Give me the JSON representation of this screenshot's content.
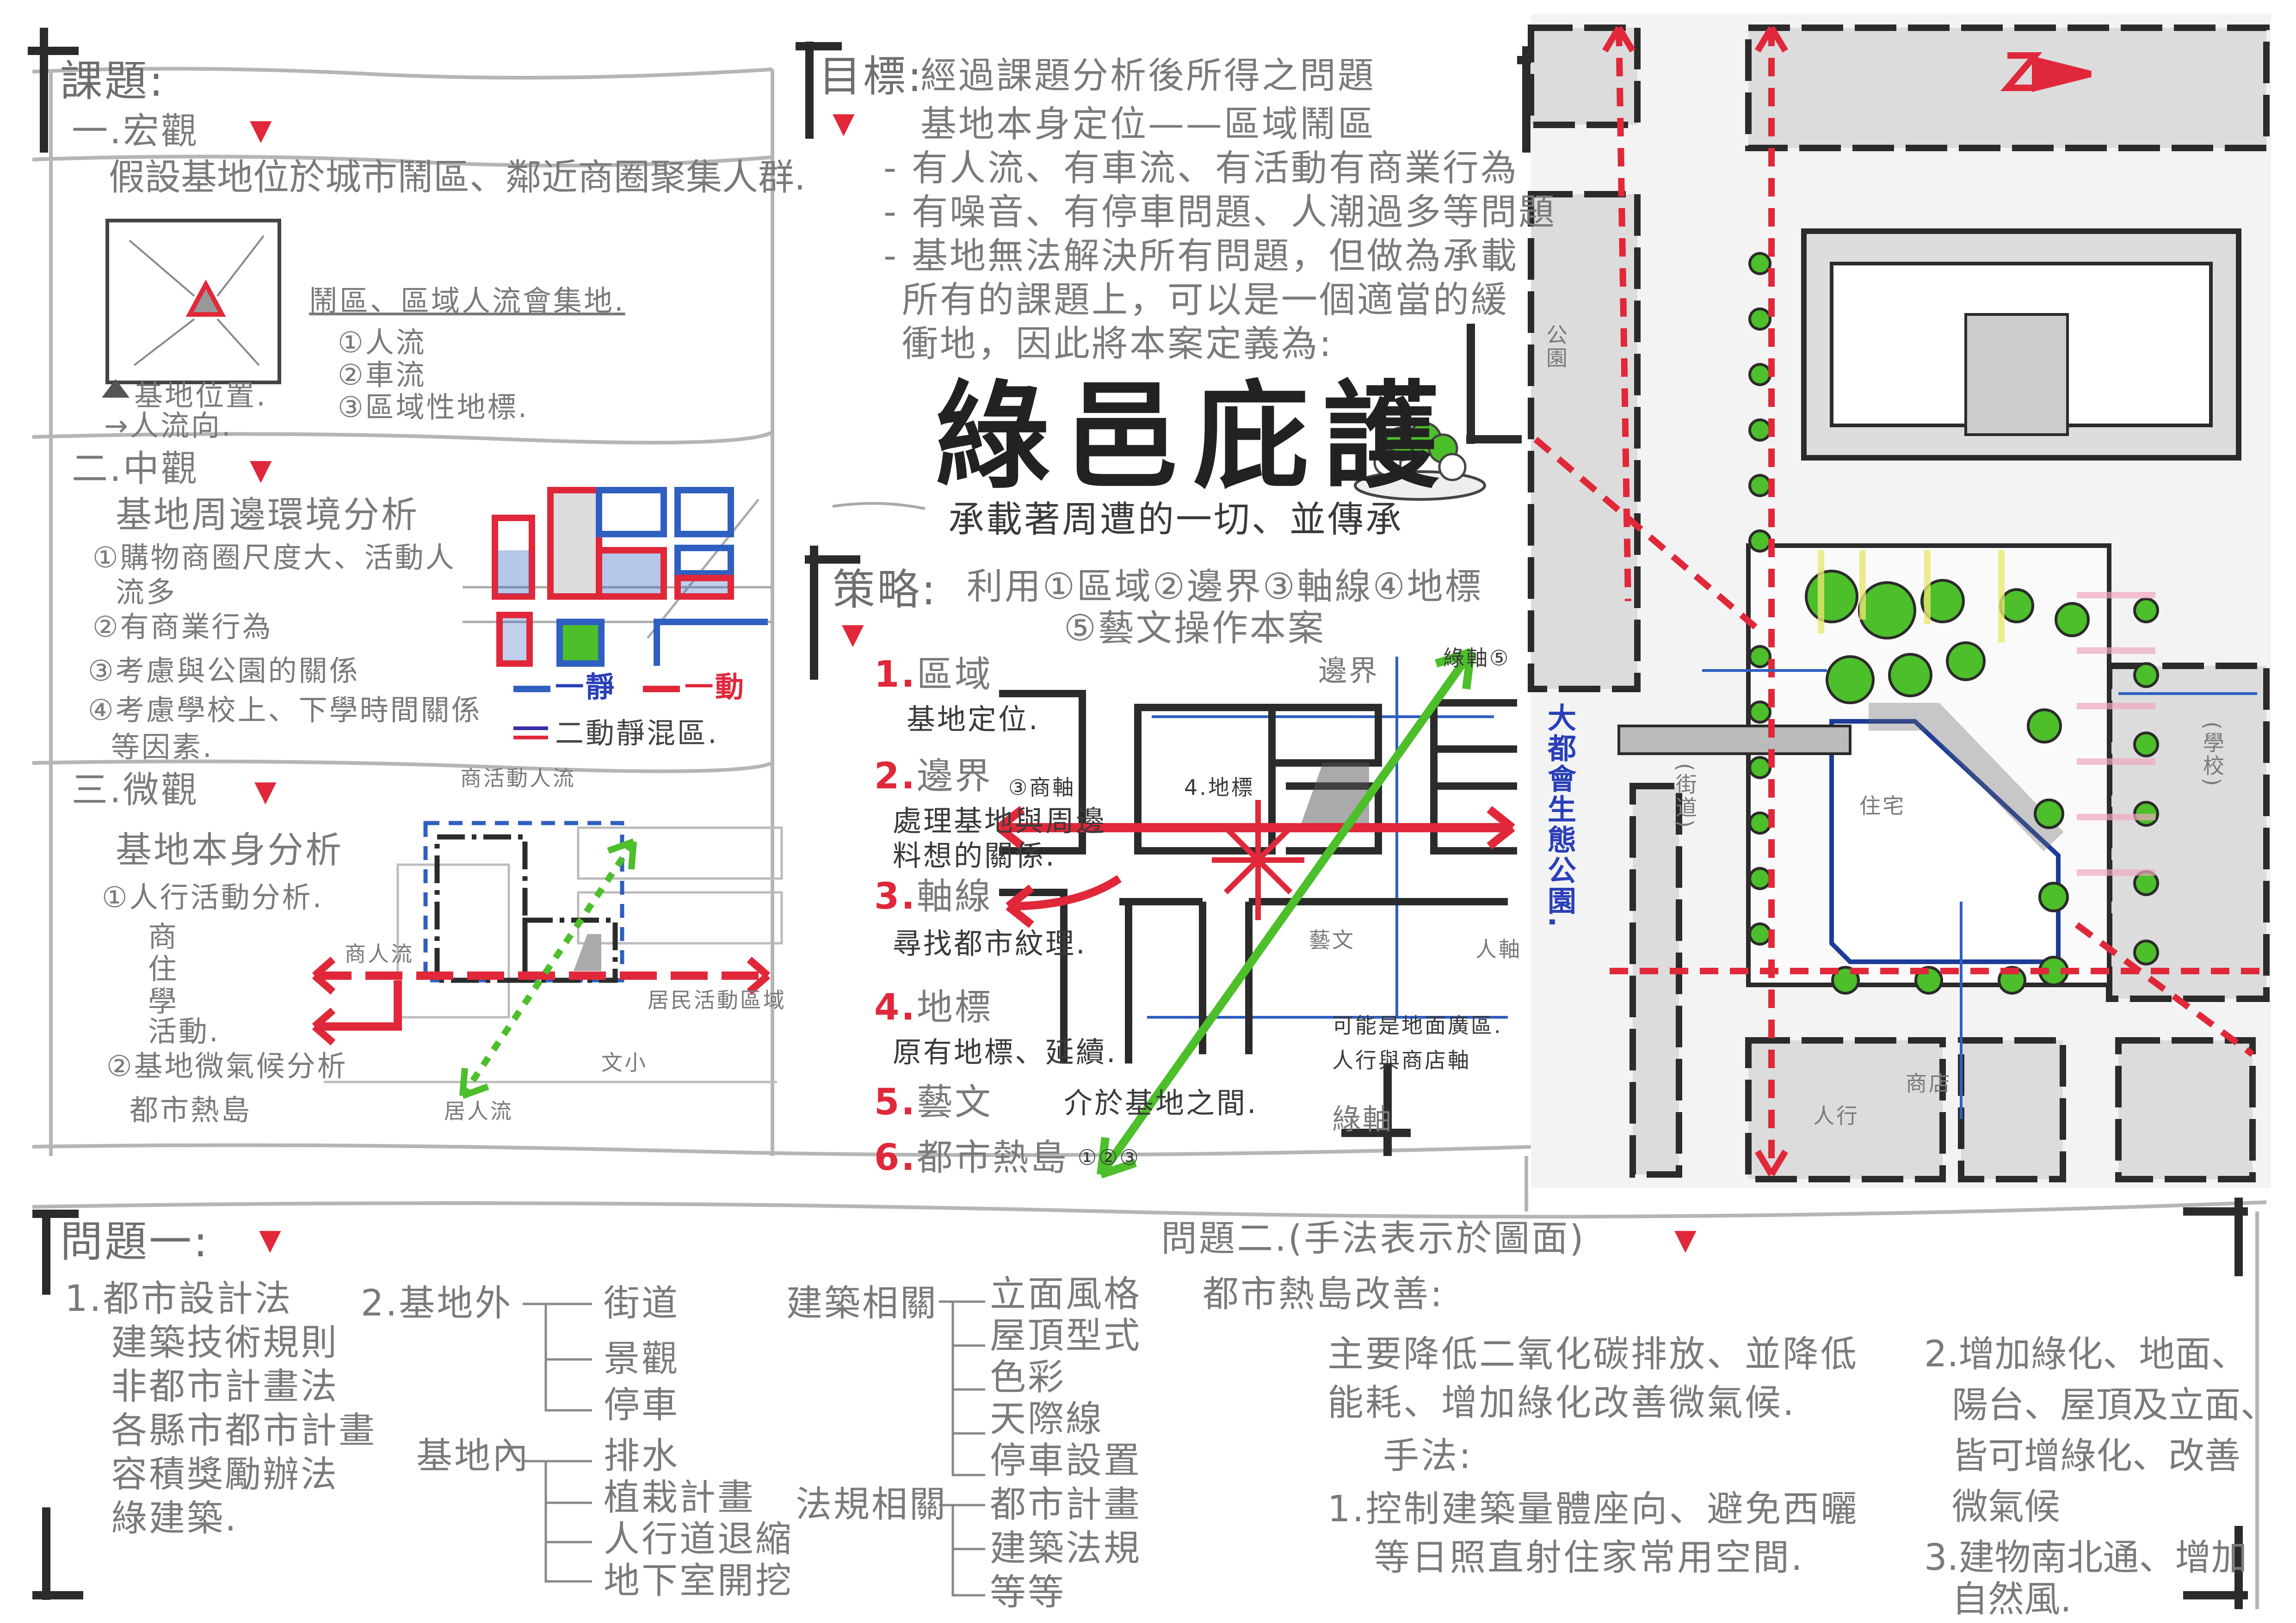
{
  "colors": {
    "ink": "#2b2b2b",
    "pencil": "#9a9a9a",
    "red": "#e0283a",
    "blue": "#2f5fc0",
    "green": "#4cbf2a",
    "pink": "#f0a8c0",
    "yellow": "#e8e870"
  },
  "topic": {
    "heading": "課題:",
    "macro": {
      "title": "一.宏觀",
      "text": "假設基地位於城市鬧區、鄰近商圈聚集人群.",
      "note": "鬧區、區域人流會集地.",
      "items": [
        "①人流",
        "②車流",
        "③區域性地標."
      ],
      "legend_site": "基地位置.",
      "legend_flow": "→人流向."
    },
    "meso": {
      "title": "二.中觀",
      "subtitle": "基地周邊環境分析",
      "items": [
        "①購物商圈尺度大、活動人",
        "流多",
        "②有商業行為",
        "③考慮與公園的關係",
        "④考慮學校上、下學時間關係",
        "等因素."
      ],
      "legend": {
        "static": "一靜",
        "dynamic": "一動",
        "mixed": "二動靜混區."
      }
    },
    "micro": {
      "title": "三.微觀",
      "subtitle": "基地本身分析",
      "item1": "①人行活動分析.",
      "tree": [
        "商",
        "住",
        "學",
        "活動."
      ],
      "item2": "②基地微氣候分析",
      "item2b": "都市熱島",
      "diagram_labels": {
        "top": "商活動人流",
        "left": "商人流",
        "right": "居民活動區域",
        "bottom": "居人流",
        "culture": "文小"
      }
    }
  },
  "goal": {
    "heading": "目標:",
    "lines": [
      "經過課題分析後所得之問題",
      "基地本身定位——區域鬧區",
      "- 有人流、有車流、有活動有商業行為",
      "- 有噪音、有停車問題、人潮過多等問題",
      "- 基地無法解決所有問題，但做為承載",
      "所有的課題上，可以是一個適當的緩",
      "衝地，因此將本案定義為:"
    ]
  },
  "title": {
    "main": "綠邑庇護",
    "subtitle": "承載著周遭的一切、並傳承"
  },
  "strategy": {
    "heading": "策略:",
    "line1": "利用①區域②邊界③軸線④地標",
    "line2": "⑤藝文操作本案",
    "items": [
      {
        "num": "1.",
        "label": "區域",
        "desc": [
          "基地定位."
        ]
      },
      {
        "num": "2.",
        "label": "邊界",
        "desc": [
          "處理基地與周邊",
          "料想的關係."
        ]
      },
      {
        "num": "3.",
        "label": "軸線",
        "desc": [
          "尋找都市紋理."
        ]
      },
      {
        "num": "4.",
        "label": "地標",
        "desc": [
          "原有地標、延續."
        ]
      },
      {
        "num": "5.",
        "label": "藝文",
        "desc": [
          "介於基地之間."
        ]
      },
      {
        "num": "6.",
        "label": "都市熱島",
        "desc": [
          "①②③"
        ]
      }
    ],
    "diagram_labels": {
      "edge": "邊界",
      "landmark": "4.地標",
      "axis3": "③商軸",
      "green_axis": "綠軸",
      "green_axis_top": "綠軸⑤",
      "plaza": "可能是地面廣區.",
      "ped_axis": "人行與商店軸",
      "people": "人軸",
      "culture": "藝文"
    }
  },
  "site_plan": {
    "labels": {
      "park_vertical": "大都會生態公園.",
      "park": "公園",
      "school": "(學校)",
      "street": "(街道)",
      "residential": "住宅",
      "commercial": "商店",
      "ped": "人行"
    }
  },
  "problem1": {
    "heading": "問題一:",
    "col1": [
      "1.都市設計法",
      "建築技術規則",
      "非都市計畫法",
      "各縣市都市計畫",
      "容積獎勵辦法",
      "綠建築."
    ],
    "outside": {
      "label": "2.基地外",
      "items": [
        "街道",
        "景觀",
        "停車"
      ]
    },
    "inside": {
      "label": "基地內",
      "items": [
        "排水",
        "植栽計畫",
        "人行道退縮",
        "地下室開挖"
      ]
    },
    "arch": {
      "label": "建築相關",
      "items": [
        "立面風格",
        "屋頂型式",
        "色彩",
        "天際線",
        "停車設置"
      ]
    },
    "law": {
      "label": "法規相關",
      "items": [
        "都市計畫",
        "建築法規",
        "等等"
      ]
    }
  },
  "problem2": {
    "heading": "問題二.(手法表示於圖面)",
    "sub": "都市熱島改善:",
    "lines": [
      "主要降低二氧化碳排放、並降低",
      "能耗、增加綠化改善微氣候.",
      "手法:",
      "1.控制建築量體座向、避免西曬",
      "等日照直射住家常用空間."
    ],
    "right": [
      "2.增加綠化、地面、",
      "陽台、屋頂及立面、",
      "皆可增綠化、改善",
      "微氣候",
      "3.建物南北通、增加",
      "自然風."
    ]
  }
}
